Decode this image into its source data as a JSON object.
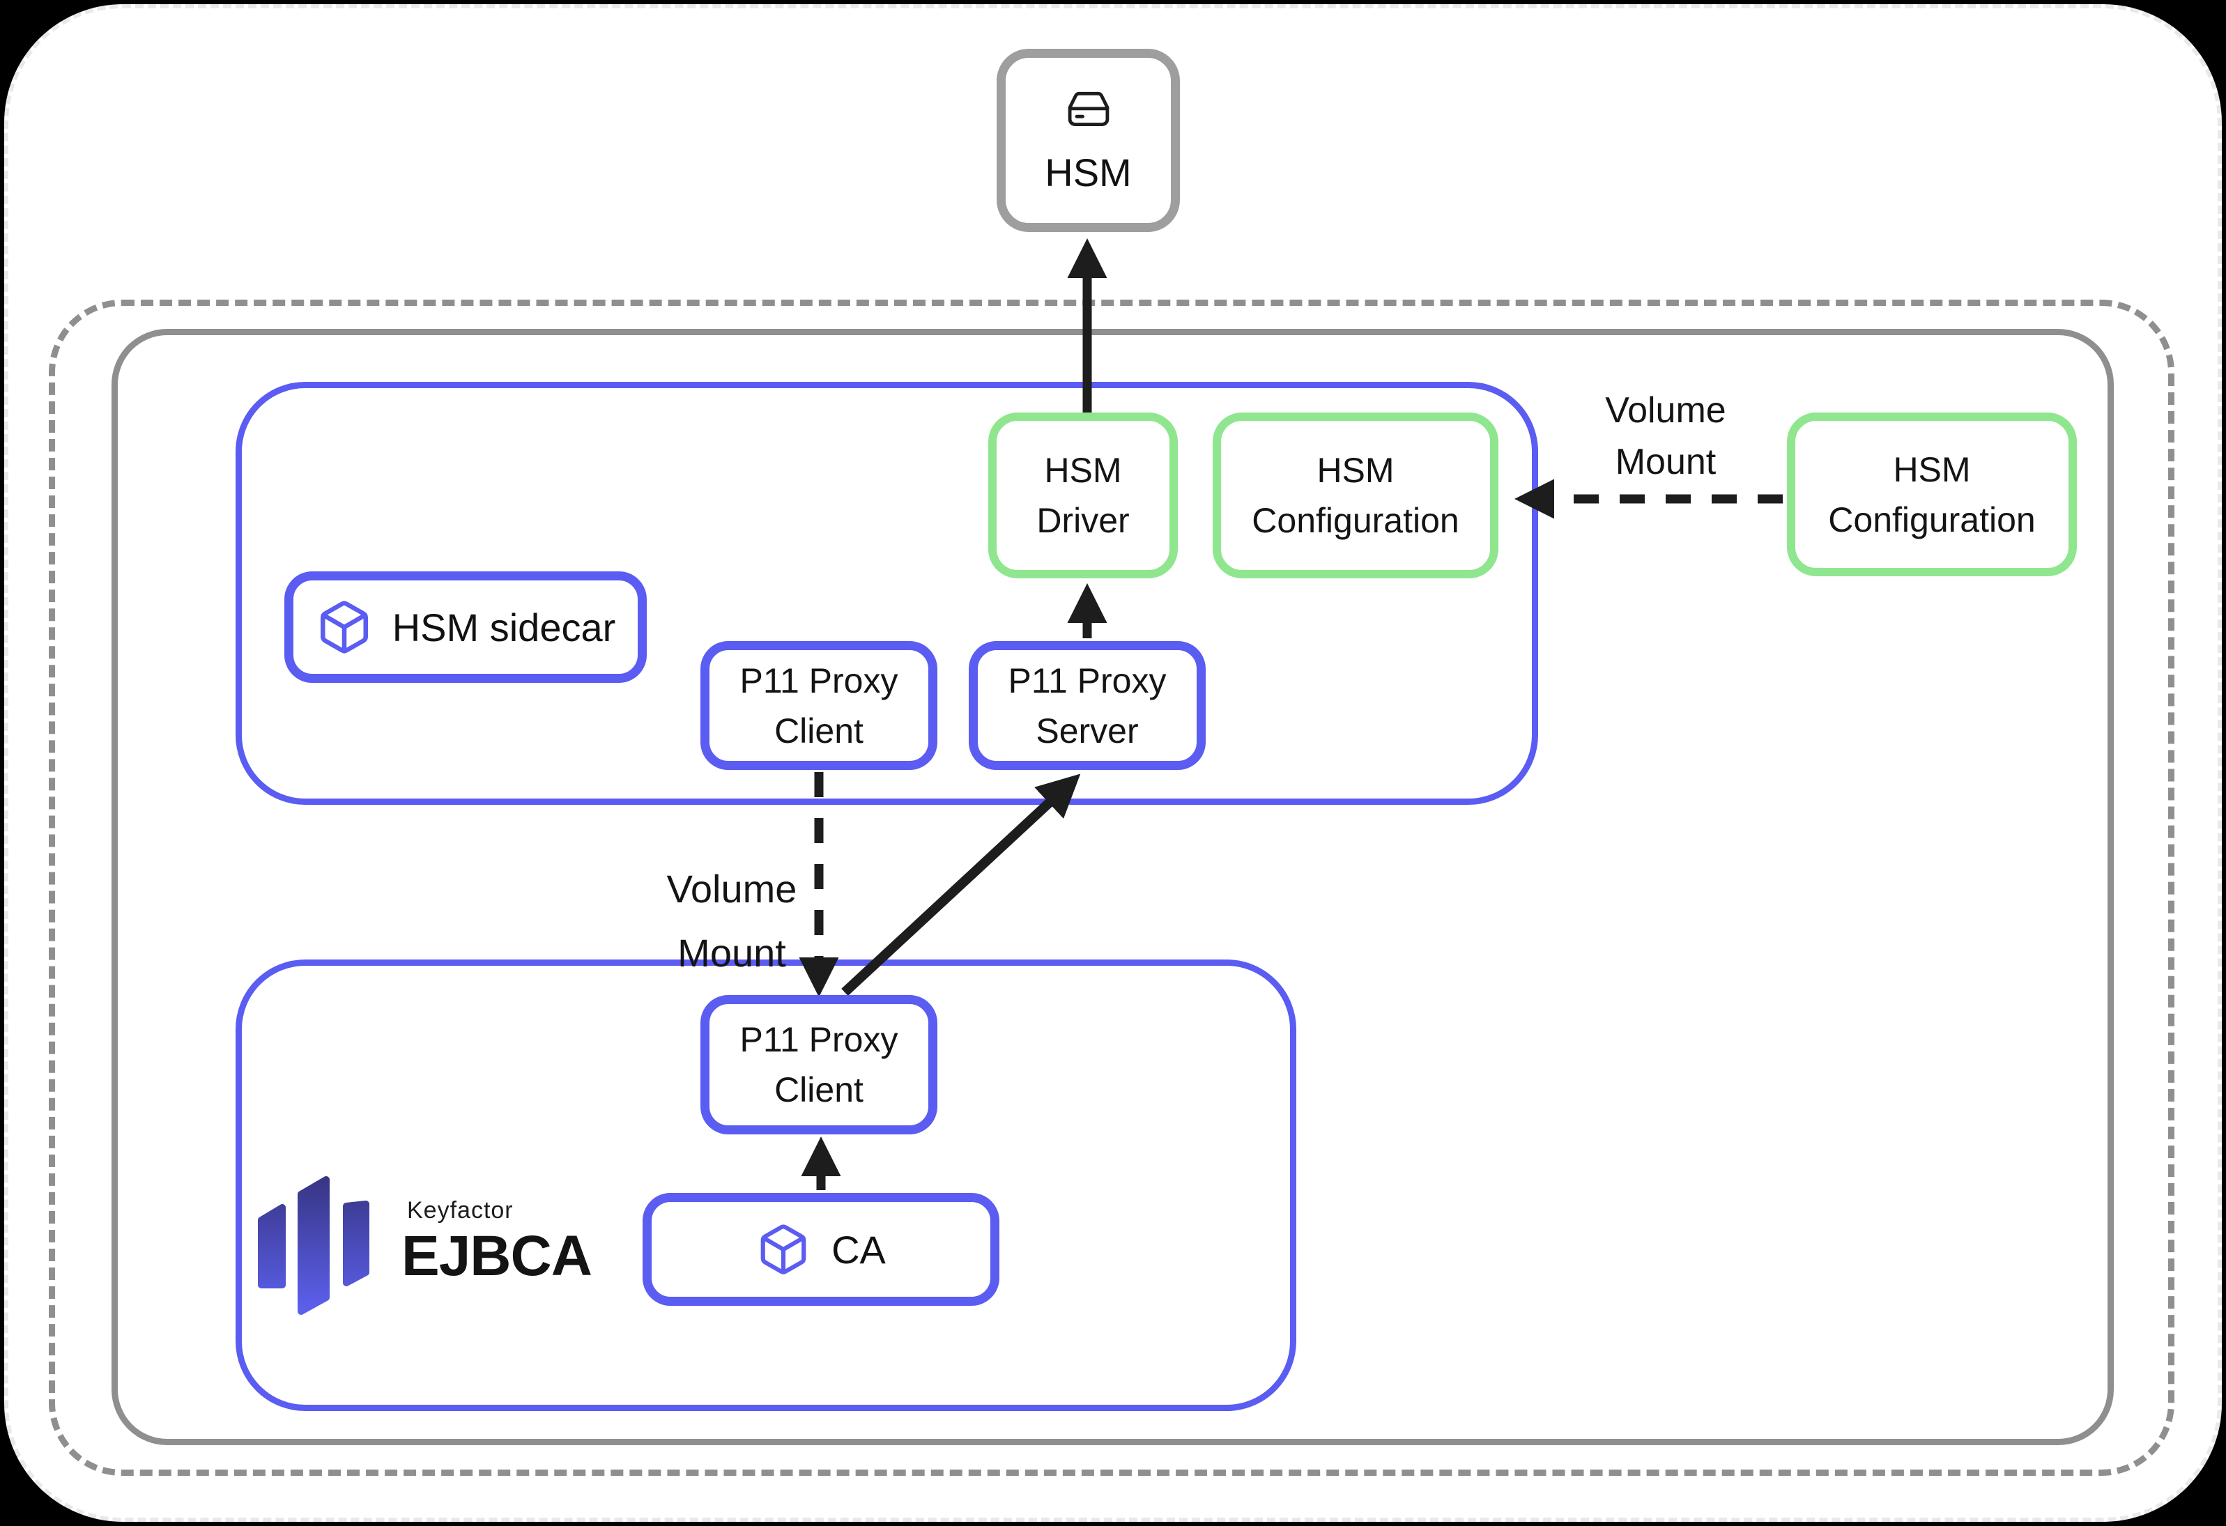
{
  "colors": {
    "accent_blue": "#5a5cf2",
    "accent_green": "#8fe68f",
    "border_gray": "#8f8f8f",
    "hsm_gray": "#9e9e9e",
    "ink": "#1d1d1d",
    "logo_gradient_top": "#35337f",
    "logo_gradient_bottom": "#5f63f4"
  },
  "nodes": {
    "hsm": {
      "label": "HSM",
      "icon": "hard-drive-icon"
    },
    "hsm_driver": {
      "line1": "HSM",
      "line2": "Driver"
    },
    "hsm_configuration_sidecar": {
      "line1": "HSM",
      "line2": "Configuration"
    },
    "hsm_configuration_external": {
      "line1": "HSM",
      "line2": "Configuration"
    },
    "hsm_sidecar_title": {
      "label": "HSM sidecar",
      "icon": "cube-icon"
    },
    "p11_proxy_client_sidecar": {
      "line1": "P11 Proxy",
      "line2": "Client"
    },
    "p11_proxy_server": {
      "line1": "P11 Proxy",
      "line2": "Server"
    },
    "p11_proxy_client_ejbca": {
      "line1": "P11 Proxy",
      "line2": "Client"
    },
    "ca": {
      "label": "CA",
      "icon": "cube-icon"
    }
  },
  "edge_labels": {
    "volume_mount_external": {
      "line1": "Volume",
      "line2": "Mount"
    },
    "volume_mount_internal": {
      "line1": "Volume",
      "line2": "Mount"
    }
  },
  "logo": {
    "brand": "Keyfactor",
    "product": "EJBCA",
    "icon": "keyfactor-bars-icon"
  }
}
